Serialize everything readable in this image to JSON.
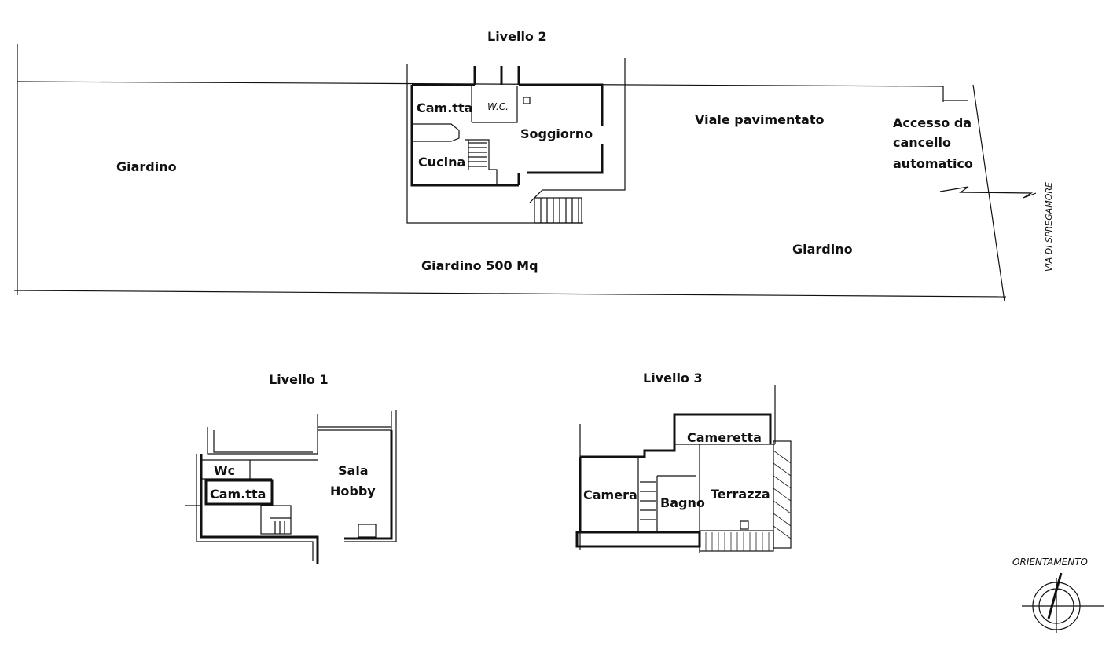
{
  "levels": {
    "level2": {
      "title": "Livello 2",
      "rooms": {
        "camera_small": "Cam.tta",
        "wc": "W.C.",
        "living": "Soggiorno",
        "kitchen": "Cucina"
      }
    },
    "level1": {
      "title": "Livello 1",
      "rooms": {
        "wc": "Wc",
        "camera_small": "Cam.tta",
        "hobby_line1": "Sala",
        "hobby_line2": "Hobby"
      }
    },
    "level3": {
      "title": "Livello 3",
      "rooms": {
        "cameretta": "Cameretta",
        "camera": "Camera",
        "bagno": "Bagno",
        "terrazza": "Terrazza"
      }
    }
  },
  "site": {
    "garden_left": "Giardino",
    "garden_area": "Giardino 500 Mq",
    "garden_right": "Giardino",
    "path": "Viale pavimentato",
    "access_line1": "Accesso da",
    "access_line2": "cancello",
    "access_line3": "automatico",
    "street": "VIA DI SPREGAMORE"
  },
  "orientation": {
    "label": "ORIENTAMENTO"
  }
}
